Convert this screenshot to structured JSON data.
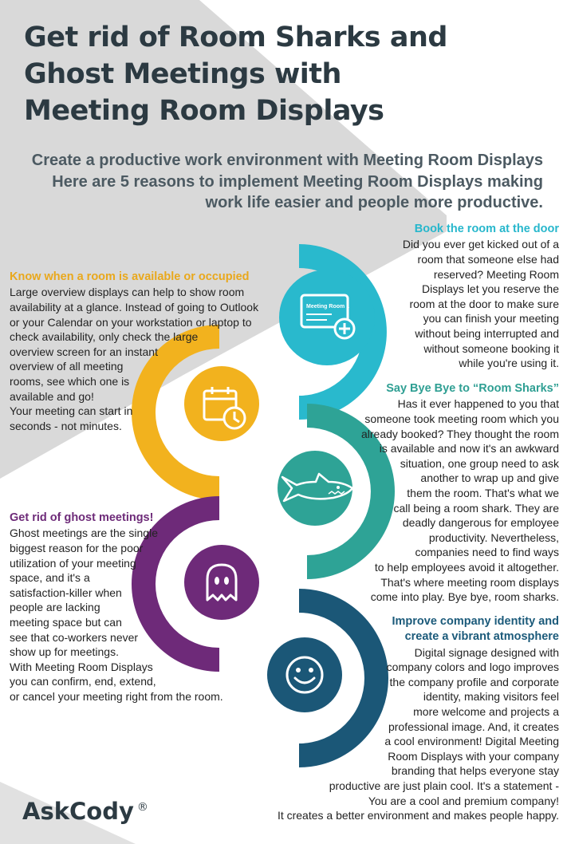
{
  "title": {
    "lines": [
      "Get rid of Room Sharks and",
      "Ghost Meetings with",
      "Meeting Room Displays"
    ]
  },
  "subtitle": {
    "lines": [
      "Create a productive work environment with Meeting Room Displays",
      "Here are 5 reasons to implement Meeting Room Displays making",
      "work life easier and people more productive."
    ]
  },
  "colors": {
    "teal": "#29b9cd",
    "yellow": "#f2b21e",
    "green": "#2ea396",
    "purple": "#6e2a79",
    "navy": "#1b5777",
    "background_gray": "#d9d9d9",
    "text_dark": "#2c3a42"
  },
  "sections": {
    "book": {
      "heading": "Book the room at the door",
      "lines": [
        "Did you ever get kicked out of a",
        "room that someone else had",
        "reserved? Meeting Room",
        "Displays let you reserve the",
        "room at the door to make sure",
        "you can finish your meeting",
        "without being interrupted and",
        "without someone booking it",
        "while you're using it."
      ],
      "icon": "booking-screen-plus-icon",
      "icon_text": "Meeting Room 1"
    },
    "available": {
      "heading": "Know when a room is available or occupied",
      "lines": [
        "Large overview displays can help to show room",
        "availability at a glance. Instead of going to Outlook",
        "or your Calendar on your workstation or laptop to",
        "check availability, only check the large",
        "overview screen for an instant",
        "overview of all meeting",
        "rooms, see which one is",
        "available and go!",
        "Your meeting can start in",
        "seconds - not minutes."
      ],
      "icon": "calendar-clock-icon"
    },
    "sharks": {
      "heading": "Say Bye Bye to “Room Sharks”",
      "lines": [
        "Has it ever happened to you that",
        "someone took meeting room which you",
        "already booked? They thought the room",
        "is available and now it's an awkward",
        "situation, one group need to ask",
        "another to wrap up and give",
        "them the room. That's what we",
        "call being a room shark. They are",
        "deadly dangerous for employee",
        "productivity. Nevertheless,",
        "companies need to find ways",
        "to help employees avoid it altogether.",
        "That's where meeting room displays",
        "come into play. Bye bye, room sharks."
      ],
      "icon": "shark-icon"
    },
    "ghost": {
      "heading": "Get rid of ghost meetings!",
      "lines": [
        "Ghost meetings are the single",
        "biggest reason for the poor",
        "utilization of your meeting",
        "space, and it's a",
        "satisfaction-killer when",
        "people are lacking",
        "meeting space but can",
        "see that co-workers never",
        "show up for meetings.",
        "With Meeting Room Displays",
        "you can confirm, end, extend,",
        "or cancel your meeting right from the room."
      ],
      "icon": "ghost-icon"
    },
    "identity": {
      "heading_lines": [
        "Improve company identity and",
        "create a vibrant atmosphere"
      ],
      "lines": [
        "Digital signage designed with",
        "company colors and logo improves",
        "the company profile and corporate",
        "identity, making visitors feel",
        "more welcome and projects a",
        "professional image. And, it creates",
        "a cool environment! Digital Meeting",
        "Room Displays with your company",
        "branding that helps everyone stay",
        "productive are just plain cool. It's a statement -",
        "You are a cool and premium company!",
        "It creates a better environment and makes people happy."
      ],
      "icon": "smiley-icon"
    }
  },
  "logo": {
    "text": "AskCody",
    "mark": "®"
  }
}
